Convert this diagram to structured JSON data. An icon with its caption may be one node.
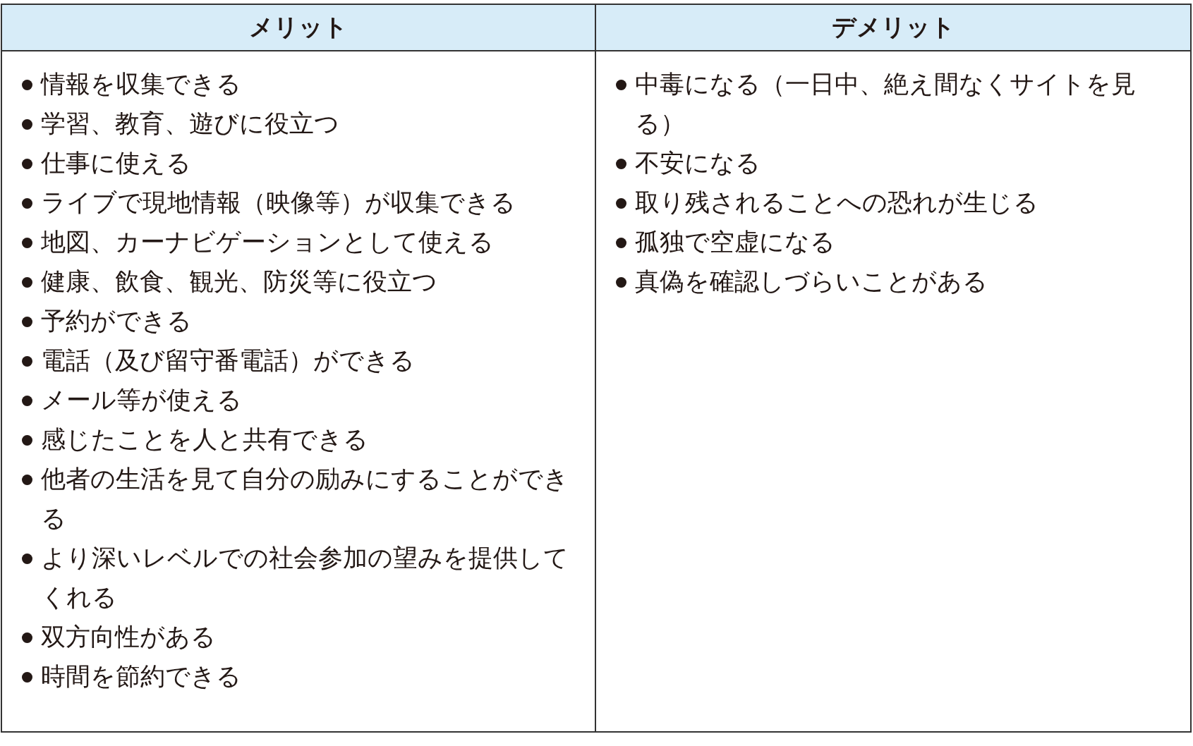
{
  "diagram": {
    "labels": [
      "メリット",
      "デメリット",
      "情報を収集できる",
      "学習、教育、遊びに役立つ",
      "仕事に使える",
      "ライブで現地情報（映像等）が収集できる",
      "地図、カーナビゲーションとして使える",
      "健康、飲食、観光、防災等に役立つ",
      "予約ができる",
      "電話（及び留守番電話）ができる",
      "メール等が使える",
      "感じたことを人と共有できる",
      "他者の生活を見て自分の励みにすることができる",
      "より深いレベルでの社会参加の望みを提供してくれる",
      "双方向性がある",
      "時間を節約できる",
      "中毒になる（一日中、絶え間なくサイトを見る）",
      "不安になる",
      "取り残されることへの恐れが生じる",
      "孤独で空虚になる",
      "真偽を確認しづらいことがある"
    ]
  }
}
